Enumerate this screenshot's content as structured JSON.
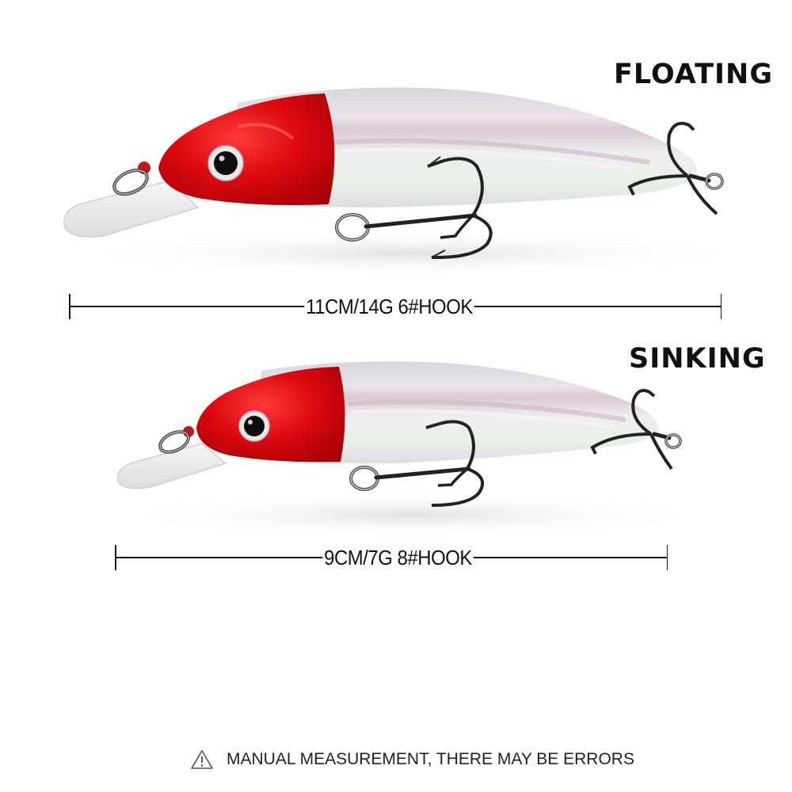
{
  "variants": [
    {
      "title": "FLOATING",
      "measurement": "11CM/14G 6#HOOK"
    },
    {
      "title": "SINKING",
      "measurement": "9CM/7G 8#HOOK"
    }
  ],
  "footer": {
    "icon": "warning-triangle-icon",
    "text": "MANUAL MEASUREMENT, THERE MAY BE ERRORS"
  },
  "colors": {
    "head_red": "#d8090f",
    "body_pearl": "#e6e4ea",
    "hook_black": "#222222",
    "text": "#111111"
  }
}
